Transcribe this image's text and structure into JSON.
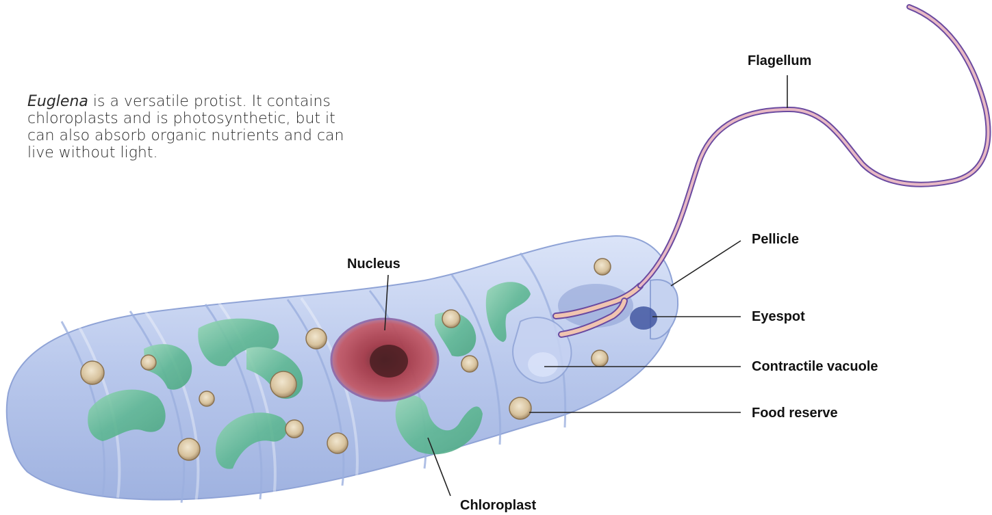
{
  "caption": {
    "italic_term": "Euglena",
    "text": " is a versatile protist. It contains chloroplasts and is photosynthetic, but it can also absorb organic nutrients and can live without light."
  },
  "labels": {
    "flagellum": "Flagellum",
    "pellicle": "Pellicle",
    "eyespot": "Eyespot",
    "contractile_vacuole": "Contractile vacuole",
    "food_reserve": "Food reserve",
    "nucleus": "Nucleus",
    "chloroplast": "Chloroplast"
  },
  "colors": {
    "cell_body": "#b9c8ec",
    "cell_outline": "#8fa3d6",
    "chloroplast": "#6cbf9f",
    "nucleus": "#b8485a",
    "food_reserve": "#d9c7a6",
    "flagellum_outer": "#6a4aa0",
    "flagellum_inner": "#e8b9c4",
    "eyespot": "#3a4f9c"
  }
}
